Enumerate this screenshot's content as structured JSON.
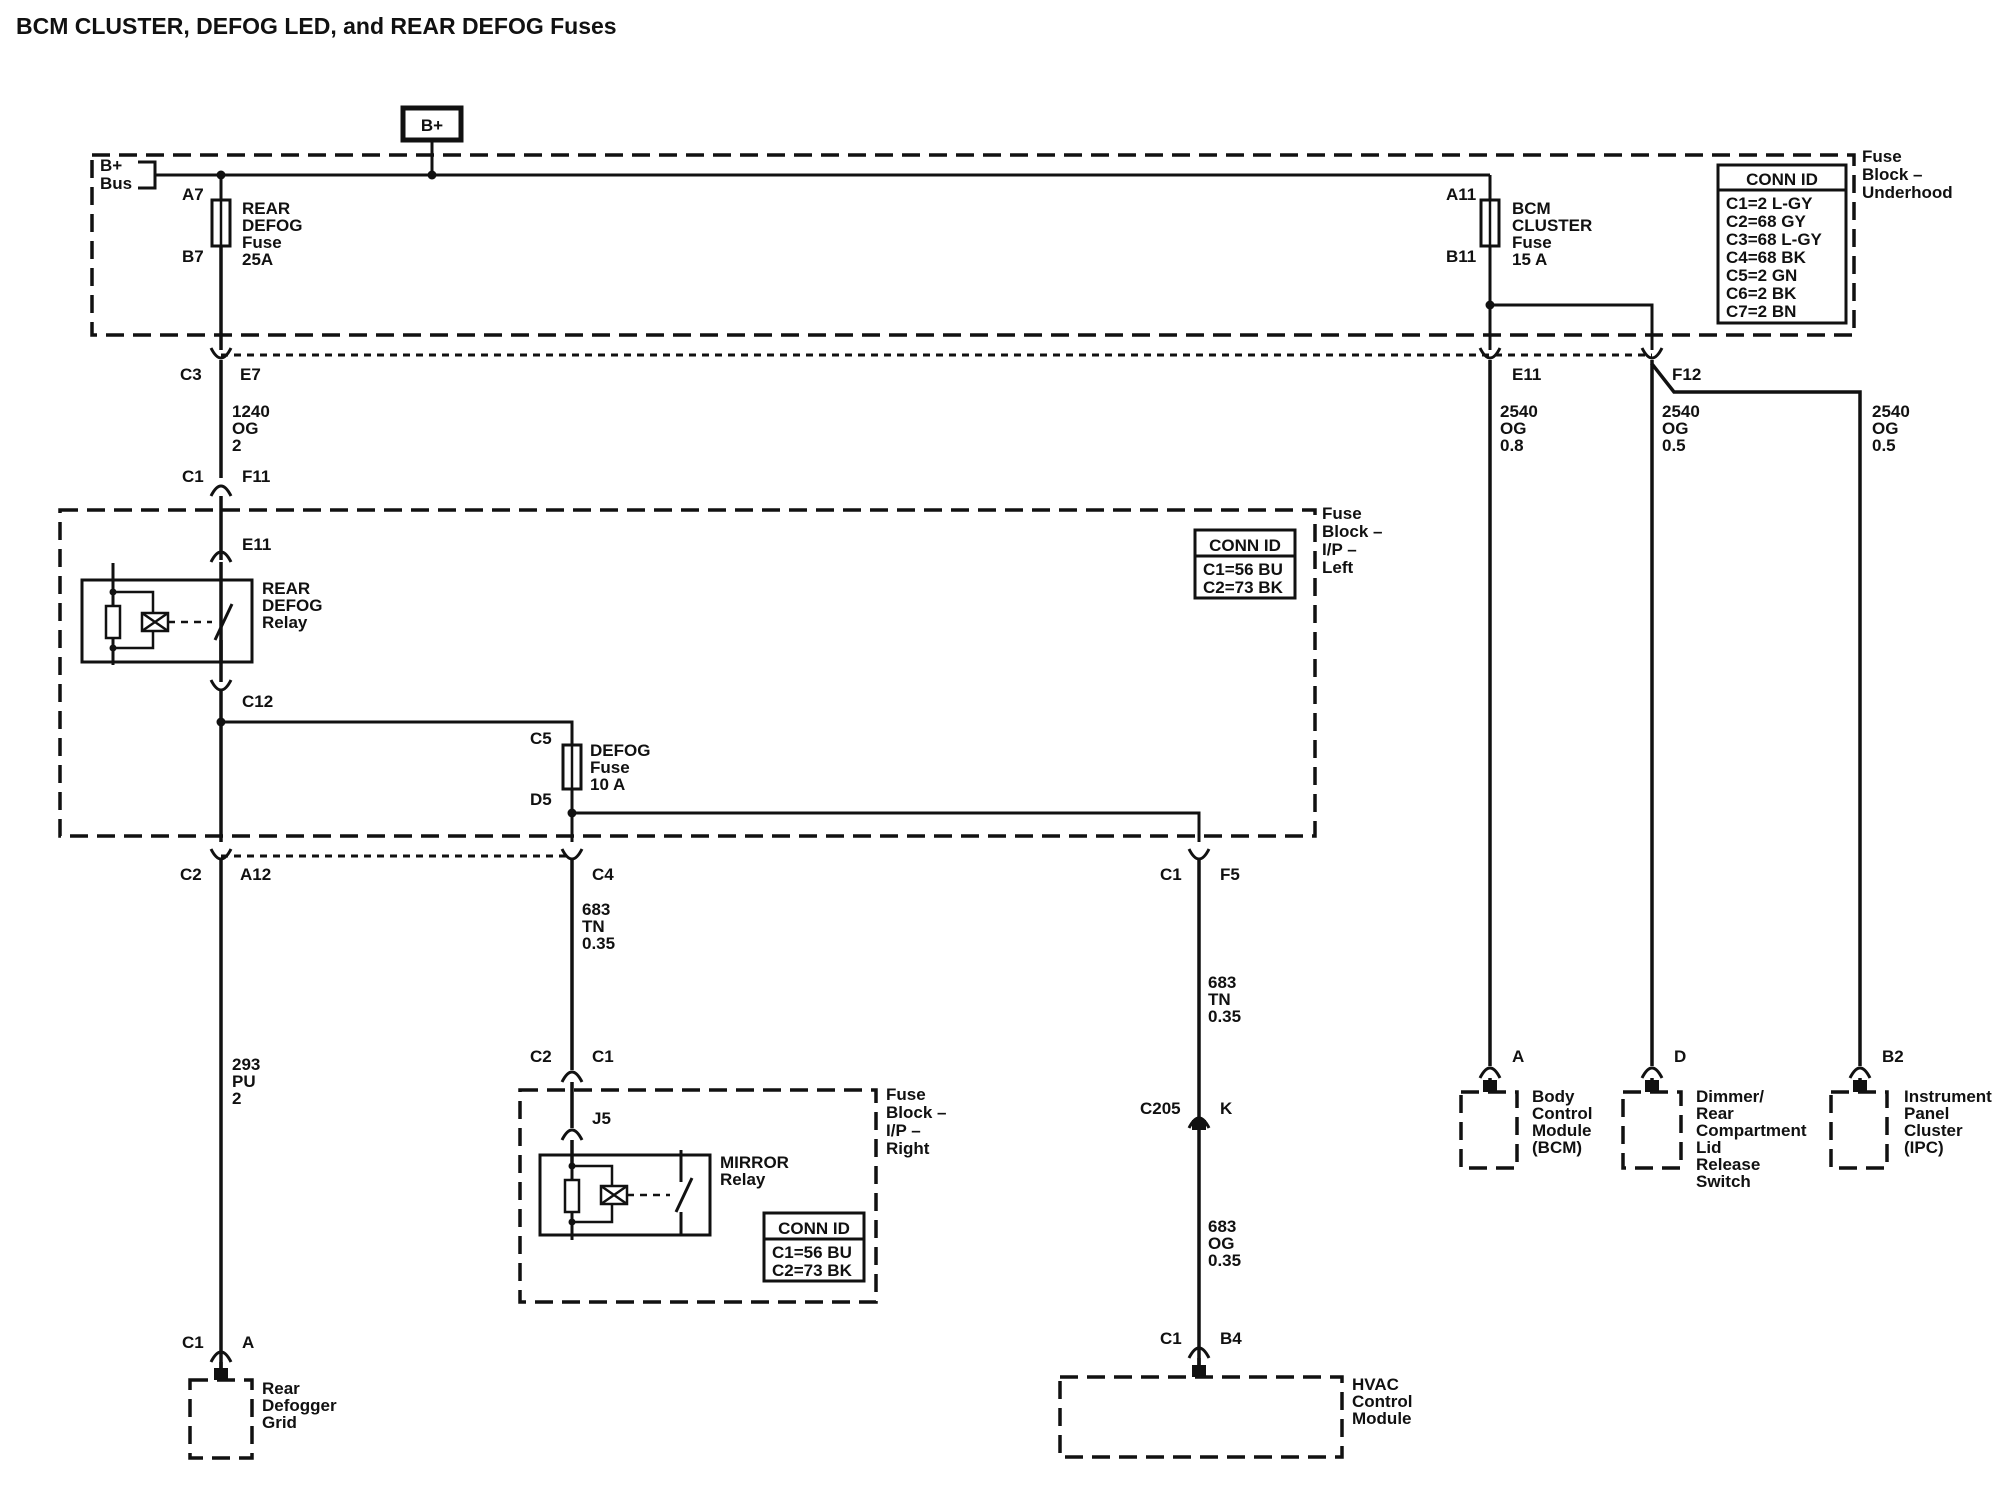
{
  "title": "BCM CLUSTER, DEFOG LED, and REAR DEFOG Fuses",
  "battery": {
    "label": "B+"
  },
  "bus": {
    "line1": "B+",
    "line2": "Bus"
  },
  "blocks": {
    "underhood": {
      "lines": [
        "Fuse",
        "Block –",
        "Underhood"
      ]
    },
    "ip_left": {
      "lines": [
        "Fuse",
        "Block –",
        "I/P –",
        "Left"
      ]
    },
    "ip_right": {
      "lines": [
        "Fuse",
        "Block –",
        "I/P –",
        "Right"
      ]
    }
  },
  "conn_ids": {
    "underhood": {
      "header": "CONN ID",
      "rows": [
        "C1=2 L-GY",
        "C2=68 GY",
        "C3=68 L-GY",
        "C4=68 BK",
        "C5=2 GN",
        "C6=2 BK",
        "C7=2 BN"
      ]
    },
    "ip_left": {
      "header": "CONN ID",
      "rows": [
        "C1=56 BU",
        "C2=73 BK"
      ]
    },
    "ip_right": {
      "header": "CONN ID",
      "rows": [
        "C1=56 BU",
        "C2=73 BK"
      ]
    }
  },
  "fuses": {
    "rear_defog": {
      "lines": [
        "REAR",
        "DEFOG",
        "Fuse",
        "25A"
      ],
      "top_pin": "A7",
      "bottom_pin": "B7"
    },
    "bcm_cluster": {
      "lines": [
        "BCM",
        "CLUSTER",
        "Fuse",
        "15 A"
      ],
      "top_pin": "A11",
      "bottom_pin": "B11"
    },
    "defog": {
      "lines": [
        "DEFOG",
        "Fuse",
        "10 A"
      ],
      "top_pin": "C5",
      "bottom_pin": "D5"
    }
  },
  "relays": {
    "rear_defog": {
      "lines": [
        "REAR",
        "DEFOG",
        "Relay"
      ]
    },
    "mirror": {
      "lines": [
        "MIRROR",
        "Relay"
      ]
    }
  },
  "connectors": {
    "c3": "C3",
    "e7": "E7",
    "c1_f11": "C1",
    "f11": "F11",
    "e11_left": "E11",
    "c12": "C12",
    "c2_a12": "C2",
    "a12": "A12",
    "c4": "C4",
    "c1_f5": "C1",
    "f5": "F5",
    "e11_right": "E11",
    "f12": "F12",
    "c2_c1": "C2",
    "c1_mirror": "C1",
    "j5": "J5",
    "c205": "C205",
    "k": "K",
    "c1_grid": "C1",
    "a_grid": "A",
    "c1_hvac": "C1",
    "b4": "B4",
    "a_bcm": "A",
    "d_dimmer": "D",
    "b2_ipc": "B2"
  },
  "wires": {
    "w1240": [
      "1240",
      "OG",
      "2"
    ],
    "w293": [
      "293",
      "PU",
      "2"
    ],
    "w683_tn_a": [
      "683",
      "TN",
      "0.35"
    ],
    "w683_tn_b": [
      "683",
      "TN",
      "0.35"
    ],
    "w683_og": [
      "683",
      "OG",
      "0.35"
    ],
    "w2540_a": [
      "2540",
      "OG",
      "0.8"
    ],
    "w2540_b": [
      "2540",
      "OG",
      "0.5"
    ],
    "w2540_c": [
      "2540",
      "OG",
      "0.5"
    ]
  },
  "components": {
    "rear_defogger": [
      "Rear",
      "Defogger",
      "Grid"
    ],
    "hvac": [
      "HVAC",
      "Control",
      "Module"
    ],
    "bcm": [
      "Body",
      "Control",
      "Module",
      "(BCM)"
    ],
    "dimmer": [
      "Dimmer/",
      "Rear",
      "Compartment",
      "Lid",
      "Release",
      "Switch"
    ],
    "ipc": [
      "Instrument",
      "Panel",
      "Cluster",
      "(IPC)"
    ]
  }
}
